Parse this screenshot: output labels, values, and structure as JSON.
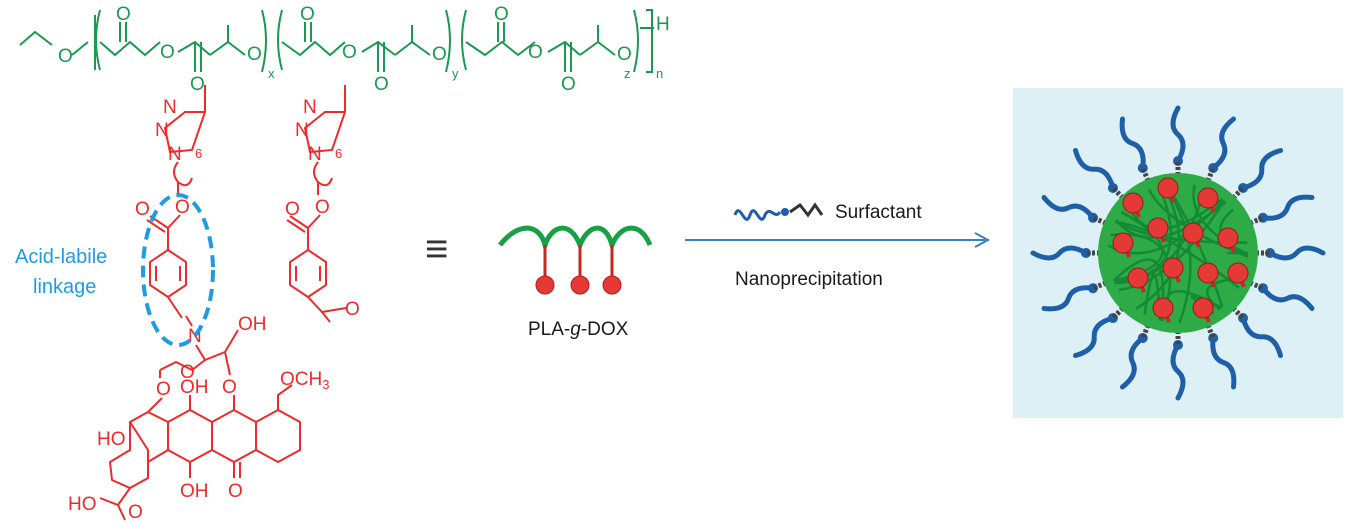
{
  "polymer": {
    "left_atom": "O",
    "carbonyl_o": "O",
    "ester_o": "O",
    "x": "x",
    "y": "y",
    "z": "z",
    "n": "n",
    "end_h": "H",
    "triazole_n": "N",
    "six": "6"
  },
  "drug": {
    "oh": "OH",
    "och3_main": "OCH",
    "och3_sub": "3",
    "ho": "HO",
    "o": "O",
    "n": "N"
  },
  "labels": {
    "acid_line1": "Acid-labile",
    "acid_line2": "linkage",
    "equiv": "≡",
    "pla_a": "PLA-",
    "pla_g": "g",
    "pla_b": "-DOX",
    "surfactant": "Surfactant",
    "nanoprecipitation": "Nanoprecipitation"
  },
  "colors": {
    "polymer": "#1a9a50",
    "drug": "#ee2a2a",
    "acid_linkage": "#1f9be6",
    "arrow": "#3b7fc4",
    "panel_bg": "#dcf0f5",
    "surfactant_tail": "#1f5fa8"
  }
}
